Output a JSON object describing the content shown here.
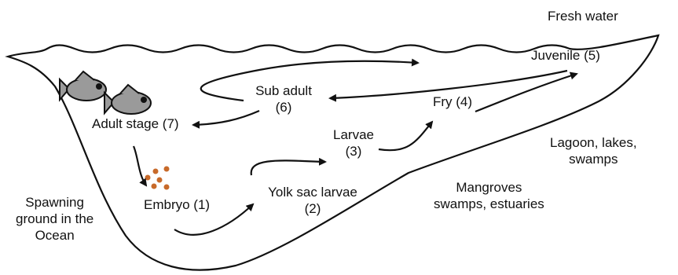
{
  "habitats": {
    "fresh_water": "Fresh water",
    "lagoon": [
      "Lagoon, lakes,",
      "swamps"
    ],
    "mangroves": [
      "Mangroves",
      "swamps, estuaries"
    ],
    "ocean": [
      "Spawning",
      "ground in the",
      "Ocean"
    ]
  },
  "stages": {
    "embryo": "Embryo (1)",
    "yolk_sac": [
      "Yolk sac larvae",
      "(2)"
    ],
    "larvae": [
      "Larvae",
      "(3)"
    ],
    "fry": "Fry (4)",
    "juvenile": "Juvenile (5)",
    "sub_adult": [
      "Sub adult",
      "(6)"
    ],
    "adult": "Adult stage (7)"
  },
  "colors": {
    "outline": "#111111",
    "fish_body": "#9a9a9a",
    "egg": "#c86a2a"
  },
  "icons": [
    "fish-icon",
    "egg-cluster-icon",
    "arrow-icon"
  ]
}
